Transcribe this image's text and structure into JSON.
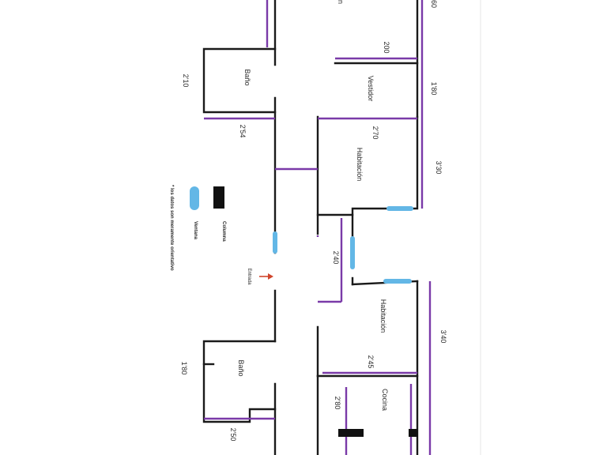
{
  "rooms": {
    "top_room_fragment": "n",
    "bano_1": "Baño",
    "vestidor": "Vestidor",
    "habitacion_1": "Habitación",
    "habitacion_2": "Habitación",
    "bano_2": "Baño",
    "cocina": "Cocina",
    "entrada": "Entrada"
  },
  "dimensions": {
    "d_60": "60",
    "d_200": "200",
    "d_180_top": "1'80",
    "d_210": "2'10",
    "d_254": "2'54",
    "d_270": "2'70",
    "d_330": "3'30",
    "d_240": "2'40",
    "d_340": "3'40",
    "d_245": "2'45",
    "d_180_bottom": "1'80",
    "d_280": "2'80",
    "d_250": "2'50"
  },
  "legend": {
    "ventana": "Ventana",
    "columna": "Columna",
    "note": "* los datos son meramente orientativo"
  },
  "colors": {
    "wall": "#1a1a1a",
    "dimension_line": "#7a3aa8",
    "window": "#63b7e6",
    "column": "#111111",
    "entry_arrow": "#d0452c"
  }
}
